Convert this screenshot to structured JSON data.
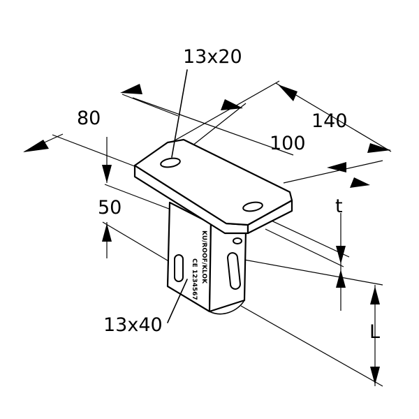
{
  "dimensions": {
    "hole_top": "13x20",
    "width_80": "80",
    "length_140": "140",
    "spacing_100": "100",
    "height_50": "50",
    "thickness": "t",
    "hole_side": "13x40",
    "length_L": "L"
  },
  "stamp": {
    "line1": "KU/ROOF/KLOK",
    "line2": "CE 1234567"
  }
}
